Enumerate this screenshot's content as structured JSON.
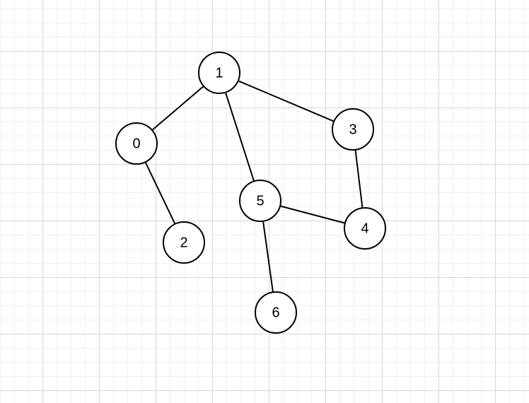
{
  "graph": {
    "nodes": [
      {
        "id": "0",
        "label": "0"
      },
      {
        "id": "1",
        "label": "1"
      },
      {
        "id": "2",
        "label": "2"
      },
      {
        "id": "3",
        "label": "3"
      },
      {
        "id": "4",
        "label": "4"
      },
      {
        "id": "5",
        "label": "5"
      },
      {
        "id": "6",
        "label": "6"
      }
    ],
    "edges": [
      {
        "from": "1",
        "to": "0"
      },
      {
        "from": "1",
        "to": "3"
      },
      {
        "from": "1",
        "to": "5"
      },
      {
        "from": "0",
        "to": "2"
      },
      {
        "from": "3",
        "to": "4"
      },
      {
        "from": "5",
        "to": "4"
      },
      {
        "from": "5",
        "to": "6"
      }
    ]
  },
  "colors": {
    "stroke": "#000000",
    "node_fill": "#ffffff",
    "grid_major": "#d6d6d6",
    "grid_minor": "#efefef"
  }
}
